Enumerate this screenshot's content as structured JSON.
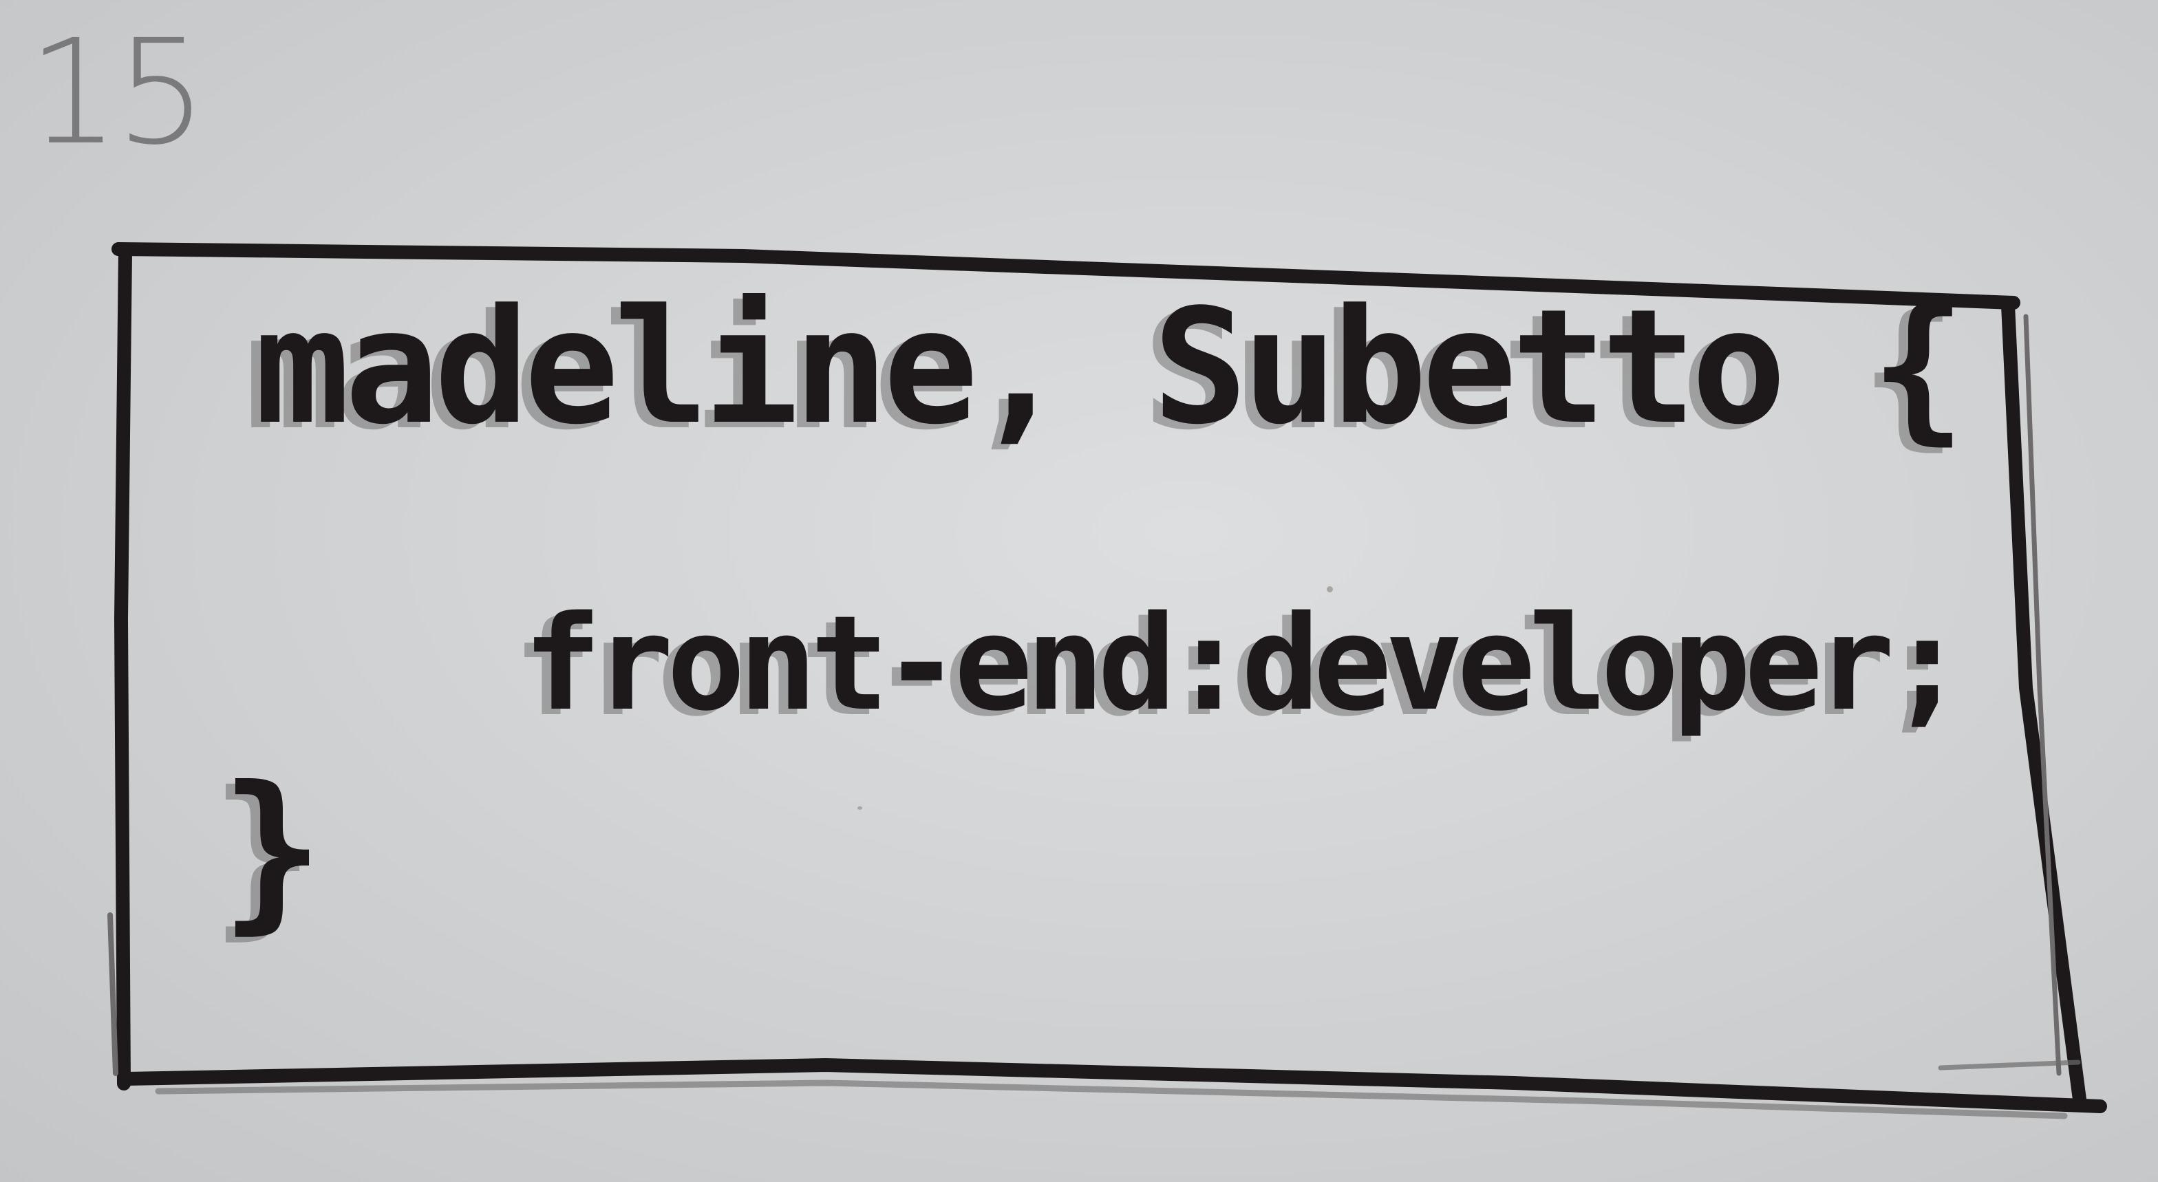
{
  "page_number": "15",
  "code": {
    "selector_line": "madeline, Subetto {",
    "declaration_line": "front-end:developer;",
    "closing_brace": "}"
  },
  "colors": {
    "paper": "#cfd1d3",
    "ink": "#1d191a",
    "pencil": "#7a7a7c"
  }
}
